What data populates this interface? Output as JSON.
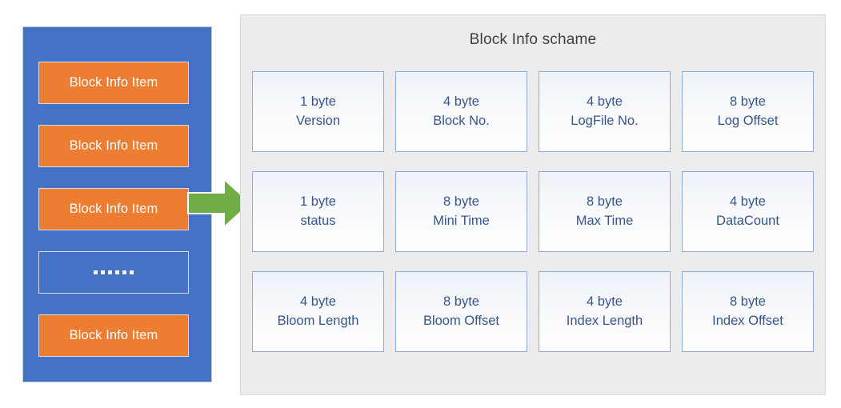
{
  "colors": {
    "panel_blue": "#4472C4",
    "item_orange": "#ED7D31",
    "arrow_green": "#70AD47",
    "scheme_panel_gray": "#ECECEC",
    "field_border_blue": "#8FAADC",
    "field_text_blue": "#37558C",
    "title_text": "#404040"
  },
  "block_info_list": {
    "items": [
      {
        "label": "Block Info Item",
        "style": "filled"
      },
      {
        "label": "Block Info Item",
        "style": "filled"
      },
      {
        "label": "Block Info Item",
        "style": "filled"
      },
      {
        "label": "......",
        "style": "ellipsis"
      },
      {
        "label": "Block Info Item",
        "style": "filled"
      }
    ]
  },
  "arrow": {
    "icon": "right-arrow-icon",
    "direction": "right",
    "from": "block-info-item-3",
    "to": "block-info-scheme-panel"
  },
  "scheme": {
    "title": "Block Info schame",
    "fields": [
      {
        "size": "1 byte",
        "label": "Version"
      },
      {
        "size": "4 byte",
        "label": "Block No."
      },
      {
        "size": "4 byte",
        "label": "LogFile No."
      },
      {
        "size": "8 byte",
        "label": "Log Offset"
      },
      {
        "size": "1 byte",
        "label": "status"
      },
      {
        "size": "8 byte",
        "label": "Mini Time"
      },
      {
        "size": "8 byte",
        "label": "Max Time"
      },
      {
        "size": "4 byte",
        "label": "DataCount"
      },
      {
        "size": "4 byte",
        "label": "Bloom Length"
      },
      {
        "size": "8 byte",
        "label": "Bloom Offset"
      },
      {
        "size": "4 byte",
        "label": "Index Length"
      },
      {
        "size": "8 byte",
        "label": "Index Offset"
      }
    ]
  }
}
